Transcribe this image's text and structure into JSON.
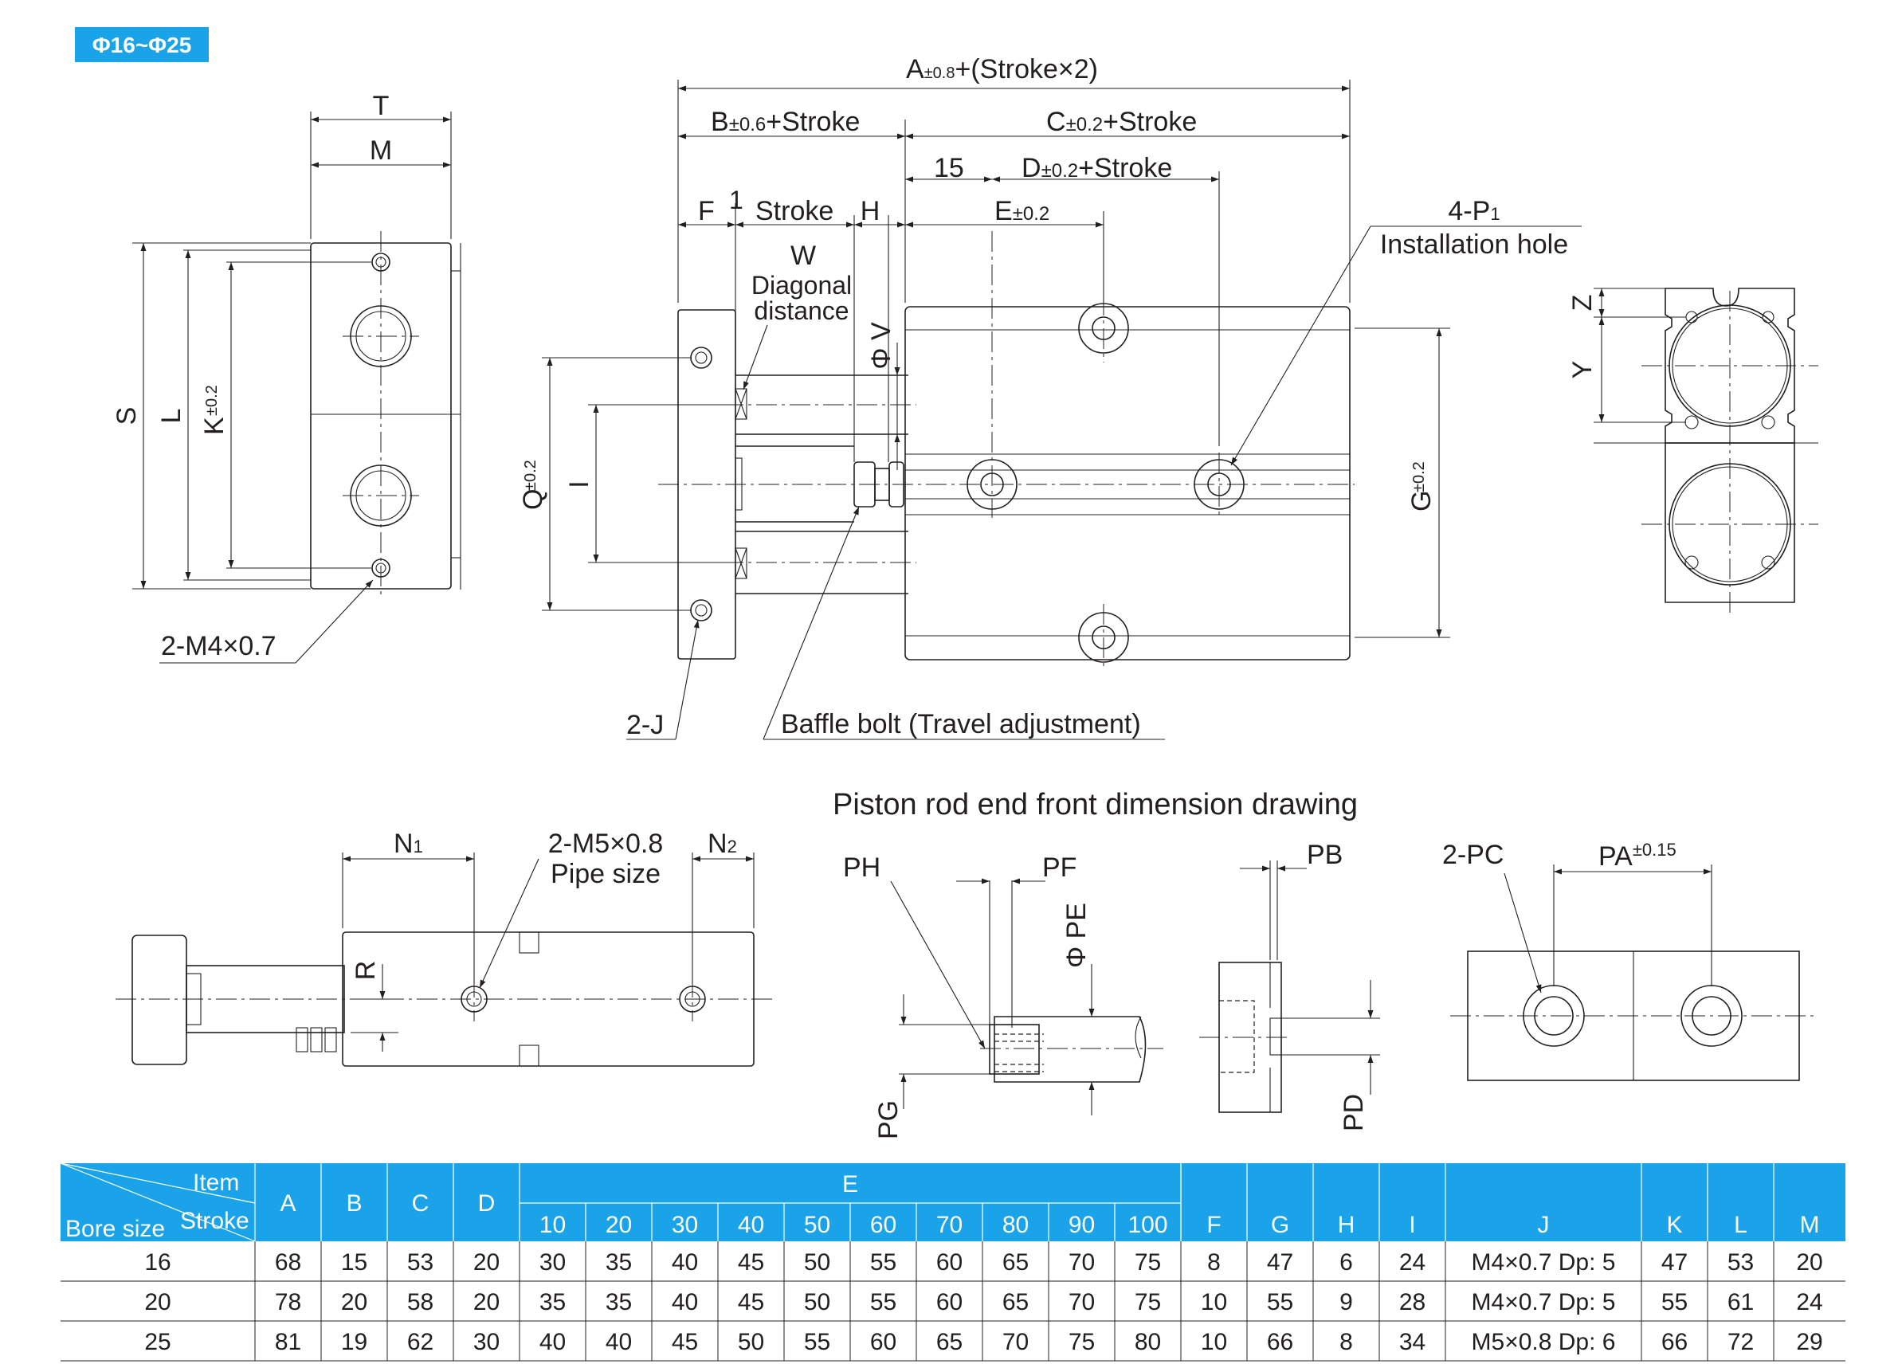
{
  "badge": {
    "label": "Φ16~Φ25",
    "color": "#1aa3e8"
  },
  "header_color": "#1aa3e8",
  "dims": {
    "A": "A",
    "A_tol": "±0.8",
    "A_suffix": "+(Stroke×2)",
    "B": "B",
    "B_tol": "±0.6",
    "B_suffix": "+Stroke",
    "C": "C",
    "C_tol": "±0.2",
    "C_suffix": "+Stroke",
    "D": "D",
    "D_tol": "±0.2",
    "D_suffix": "+Stroke",
    "E": "E",
    "E_tol": "±0.2",
    "fifteen": "15",
    "F": "F",
    "one": "1",
    "stroke": "Stroke",
    "H": "H",
    "W": "W",
    "diag1": "Diagonal",
    "diag2": "distance",
    "PhiV": "Φ V",
    "P1": "4-P",
    "P1_sub": "1",
    "install": "Installation hole",
    "T": "T",
    "M": "M",
    "S": "S",
    "L": "L",
    "K": "K",
    "K_tol": "±0.2",
    "M4": "2-M4×0.7",
    "Q": "Q",
    "Q_tol": "±0.2",
    "I": "I",
    "G": "G",
    "G_tol": "±0.2",
    "J": "2-J",
    "baffle": "Baffle bolt (Travel adjustment)",
    "Z": "Z",
    "Y": "Y",
    "N1": "N",
    "N1_sub": "1",
    "N2": "N",
    "N2_sub": "2",
    "M5": "2-M5×0.8",
    "pipe": "Pipe size",
    "R": "R",
    "PH": "PH",
    "PF": "PF",
    "PhiPE": "Φ PE",
    "PG": "PG",
    "PB": "PB",
    "PD": "PD",
    "PC": "2-PC",
    "PA": "PA",
    "PA_tol": "±0.15"
  },
  "section_title": "Piston rod end front dimension drawing",
  "table": {
    "corner_item": "Item",
    "corner_stroke": "Stroke",
    "corner_bore": "Bore size",
    "headers_left": [
      "A",
      "B",
      "C",
      "D"
    ],
    "e_header": "E",
    "e_strokes": [
      "10",
      "20",
      "30",
      "40",
      "50",
      "60",
      "70",
      "80",
      "90",
      "100"
    ],
    "headers_right": [
      "F",
      "G",
      "H",
      "I",
      "J",
      "K",
      "L",
      "M"
    ],
    "rows": [
      [
        "16",
        "68",
        "15",
        "53",
        "20",
        "30",
        "35",
        "40",
        "45",
        "50",
        "55",
        "60",
        "65",
        "70",
        "75",
        "8",
        "47",
        "6",
        "24",
        "M4×0.7 Dp: 5",
        "47",
        "53",
        "20"
      ],
      [
        "20",
        "78",
        "20",
        "58",
        "20",
        "35",
        "35",
        "40",
        "45",
        "50",
        "55",
        "60",
        "65",
        "70",
        "75",
        "10",
        "55",
        "9",
        "28",
        "M4×0.7 Dp: 5",
        "55",
        "61",
        "24"
      ],
      [
        "25",
        "81",
        "19",
        "62",
        "30",
        "40",
        "40",
        "45",
        "50",
        "55",
        "60",
        "65",
        "70",
        "75",
        "80",
        "10",
        "66",
        "8",
        "34",
        "M5×0.8 Dp: 6",
        "66",
        "72",
        "29"
      ]
    ]
  }
}
